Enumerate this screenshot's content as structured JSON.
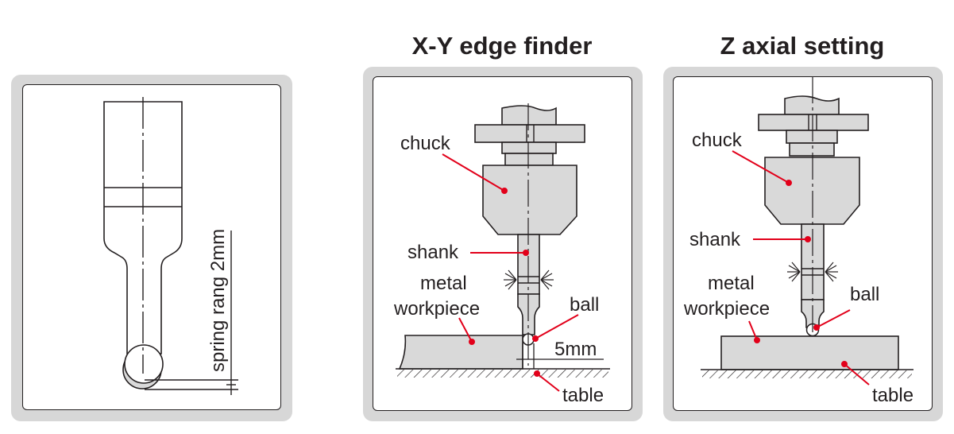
{
  "titles": {
    "xy": "X-Y edge finder",
    "z": "Z axial setting"
  },
  "panel1": {
    "spring_label": "spring rang  2mm"
  },
  "panel2": {
    "chuck": "chuck",
    "shank": "shank",
    "metal": "metal",
    "workpiece": "workpiece",
    "ball": "ball",
    "dimension": "5mm",
    "table": "table"
  },
  "panel3": {
    "chuck": "chuck",
    "shank": "shank",
    "metal": "metal",
    "workpiece": "workpiece",
    "ball": "ball",
    "table": "table"
  },
  "colors": {
    "panel_bg": "#d7d7d7",
    "part_fill": "#d9d9d9",
    "line": "#231f20",
    "leader": "#e2001a"
  }
}
